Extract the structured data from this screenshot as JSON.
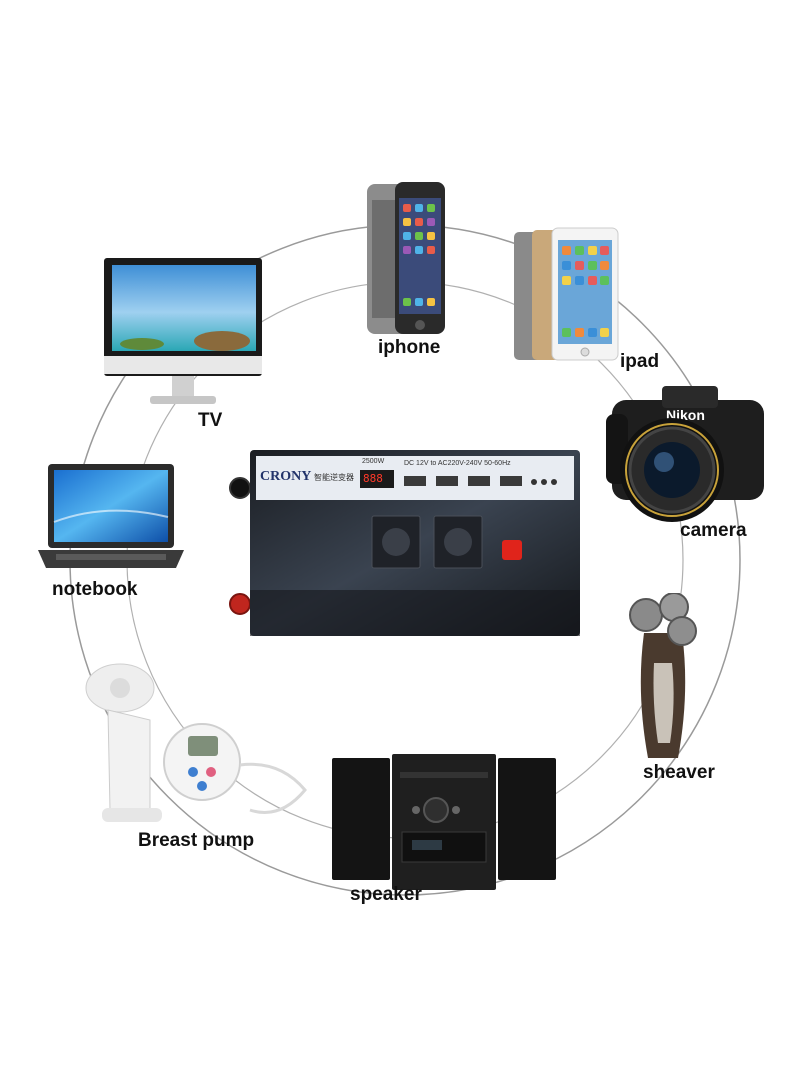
{
  "inverter": {
    "brand": "CRONY",
    "subtitle_cn": "智能逆变器",
    "power": "2500W",
    "spec": "DC 12V to AC220V-240V 50-60Hz",
    "display": "888"
  },
  "devices": [
    {
      "id": "iphone",
      "label": "iphone"
    },
    {
      "id": "ipad",
      "label": "ipad"
    },
    {
      "id": "tv",
      "label": "TV"
    },
    {
      "id": "camera",
      "label": "camera"
    },
    {
      "id": "notebook",
      "label": "notebook"
    },
    {
      "id": "shaver",
      "label": "sheaver"
    },
    {
      "id": "breast-pump",
      "label": "Breast pump"
    },
    {
      "id": "speaker",
      "label": "speaker"
    }
  ],
  "colors": {
    "ring": "#9a9a9a",
    "inverter_body": "#1c2026",
    "panel": "#e8ecf2",
    "switch": "#e0241b"
  }
}
